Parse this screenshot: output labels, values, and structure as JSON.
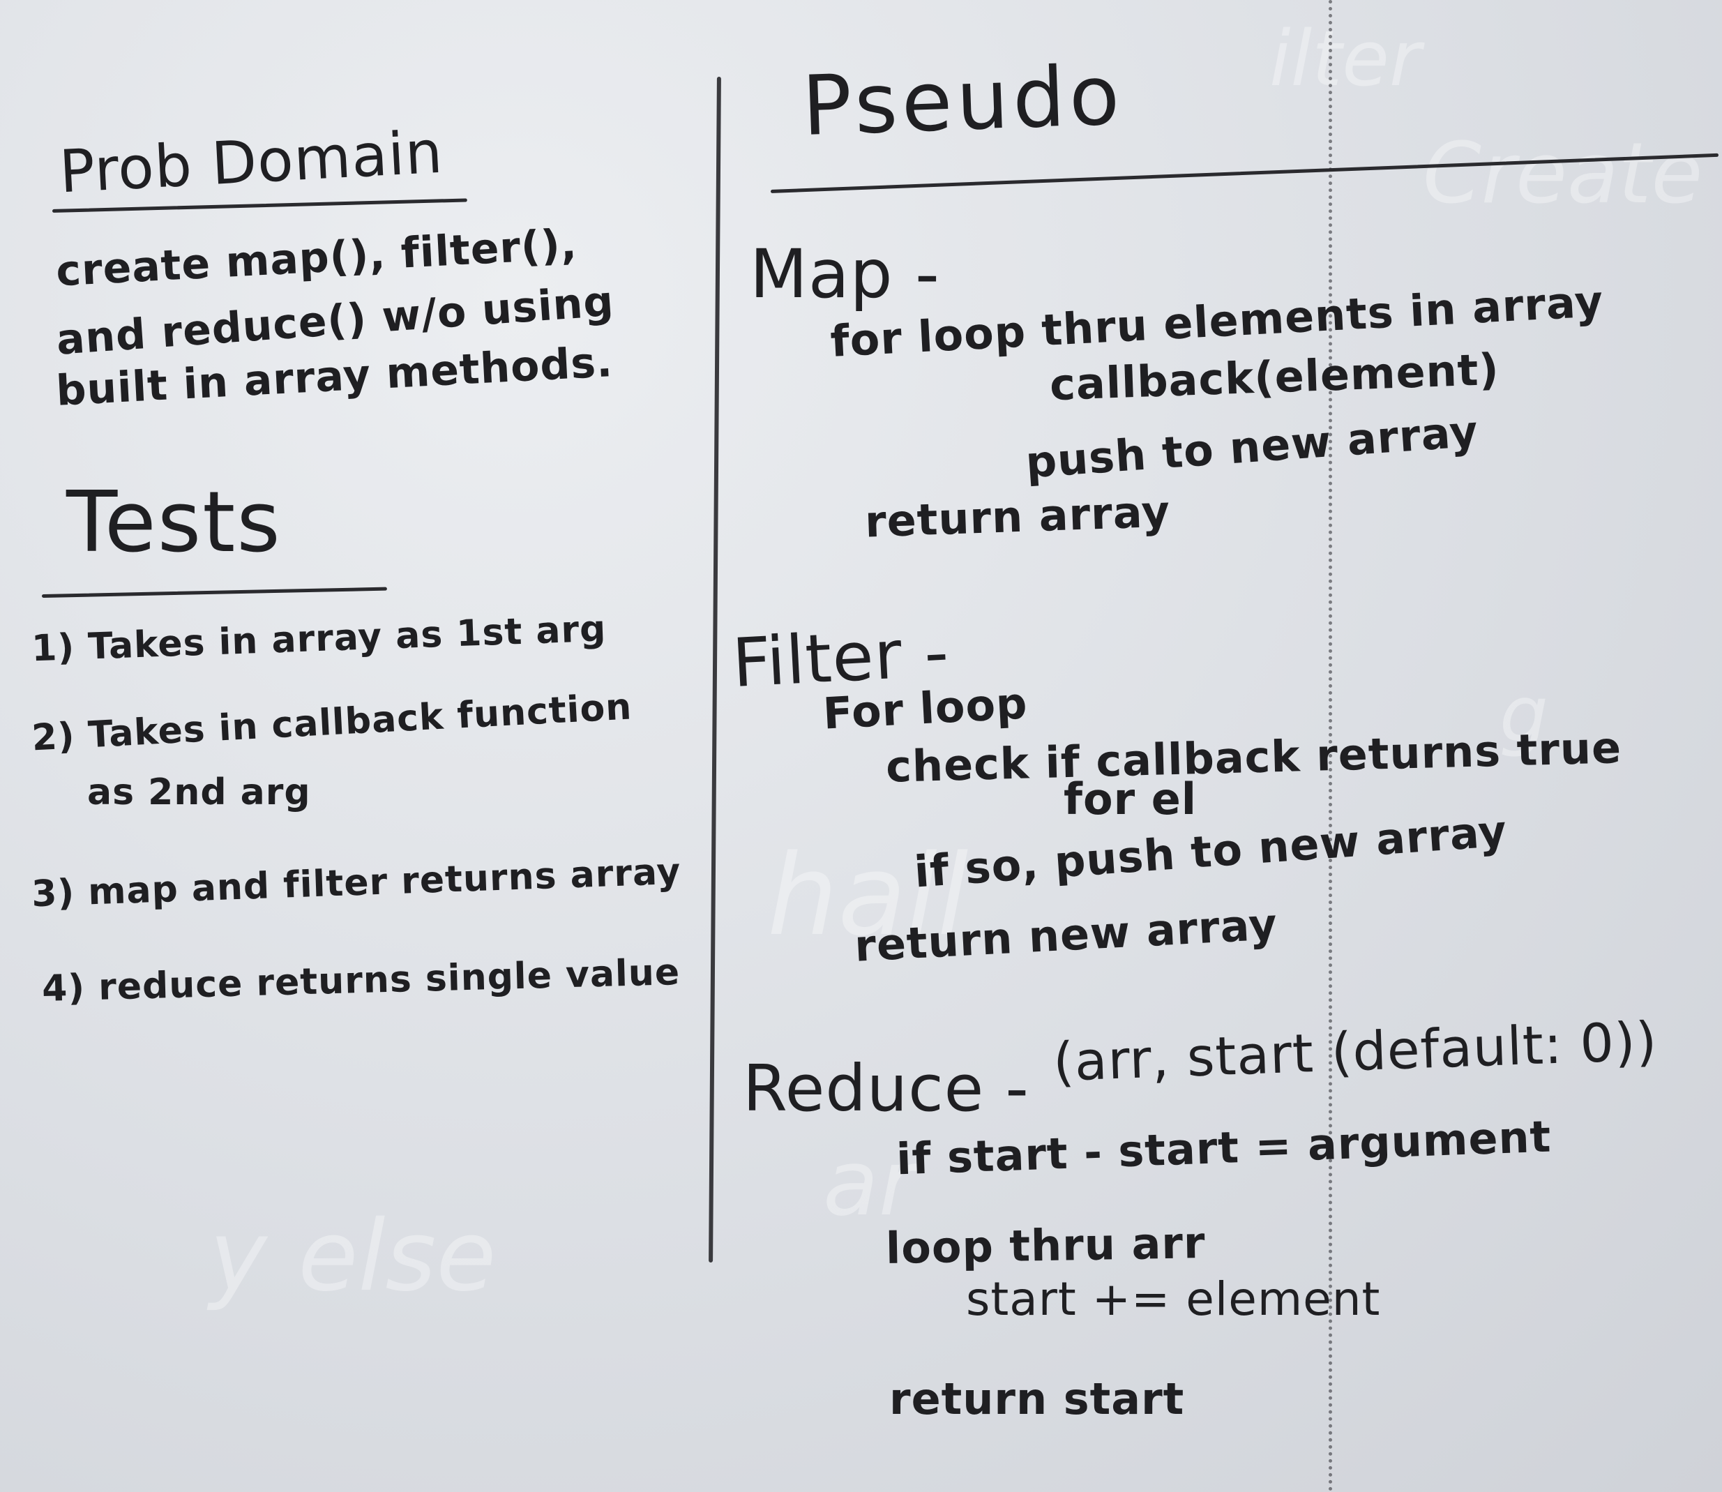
{
  "board": {
    "pseudo_title": "Pseudo",
    "prob_domain": {
      "title": "Prob Domain",
      "lines": [
        "create map(), filter(),",
        "and reduce() w/o using",
        "built in array methods."
      ]
    },
    "tests": {
      "title": "Tests",
      "items": [
        "1) Takes in array as 1st arg",
        "2) Takes in callback function",
        "as 2nd arg",
        "3) map and filter returns array",
        "4) reduce returns single value"
      ]
    },
    "map": {
      "heading": "Map -",
      "lines": [
        "for loop thru elements in array",
        "callback(element)",
        "push to new array",
        "return array"
      ]
    },
    "filter": {
      "heading": "Filter -",
      "lines": [
        "For loop",
        "check if callback returns true",
        "for el",
        "if so, push to new array",
        "return new array"
      ]
    },
    "reduce": {
      "heading": "Reduce -",
      "signature": "(arr, start (default: 0))",
      "lines": [
        "if start - start = argument",
        "loop thru arr",
        "start += element",
        "return start"
      ]
    }
  },
  "colors": {
    "board": "#dcdfe4",
    "marker": "#1f1f22"
  }
}
